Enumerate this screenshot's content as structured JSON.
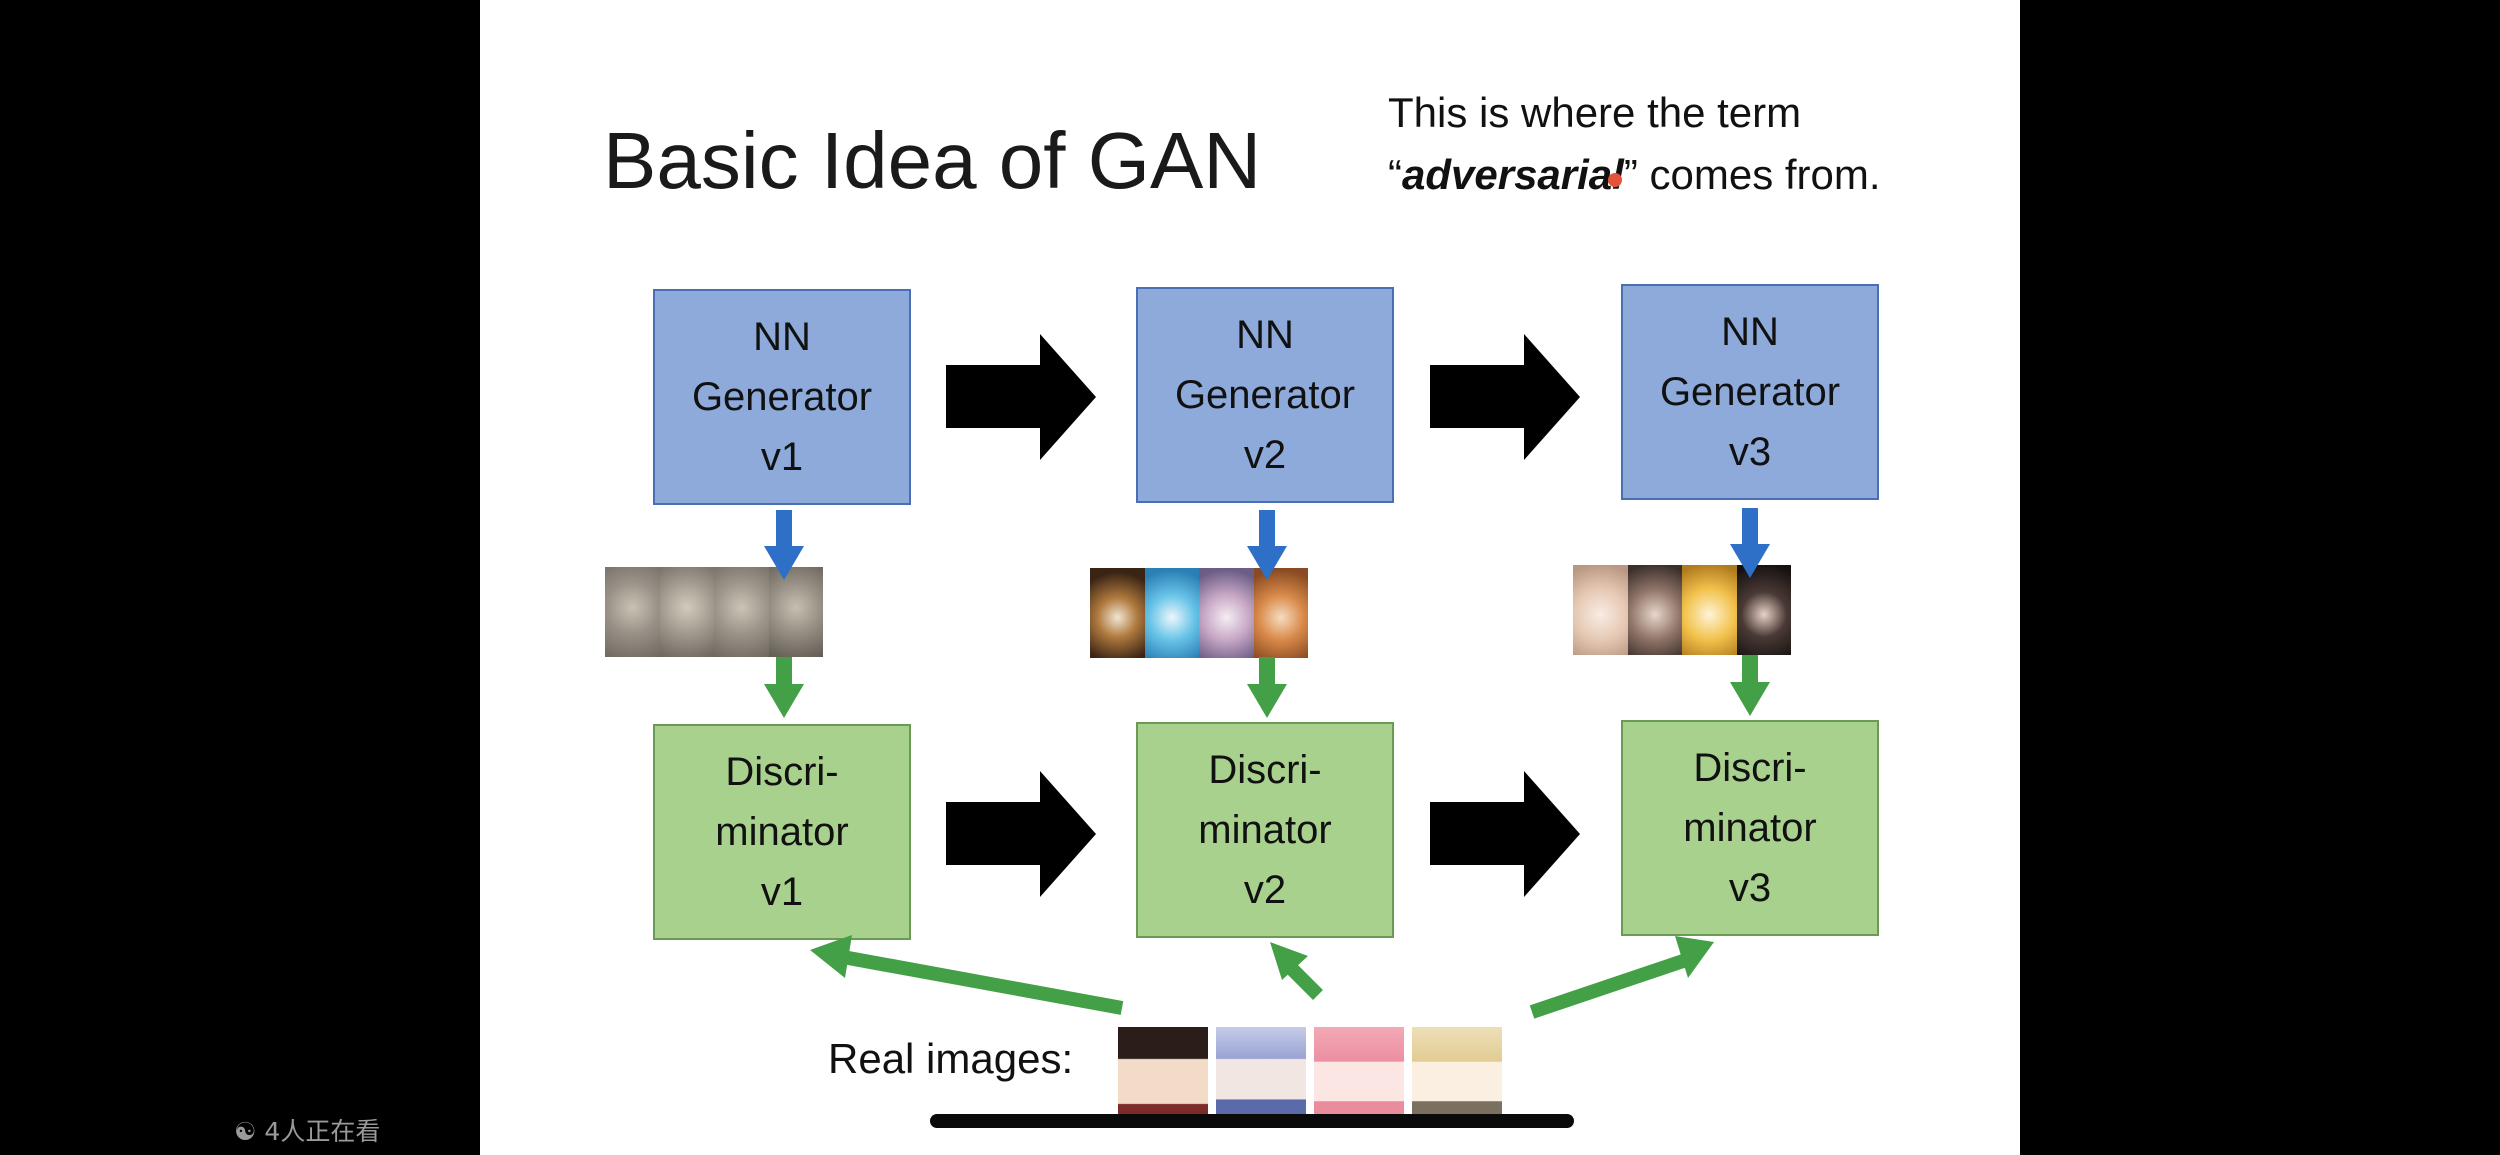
{
  "slide": {
    "title": "Basic Idea of GAN",
    "note": {
      "line1": "This is where the term",
      "open_quote": "“",
      "emphasis": "adversarial",
      "close_rest": "” comes from."
    },
    "generators": [
      {
        "line1": "NN",
        "line2": "Generator",
        "line3": "v1"
      },
      {
        "line1": "NN",
        "line2": "Generator",
        "line3": "v2"
      },
      {
        "line1": "NN",
        "line2": "Generator",
        "line3": "v3"
      }
    ],
    "discriminators": [
      {
        "line1": "Discri-",
        "line2": "minator",
        "line3": "v1"
      },
      {
        "line1": "Discri-",
        "line2": "minator",
        "line3": "v2"
      },
      {
        "line1": "Discri-",
        "line2": "minator",
        "line3": "v3"
      }
    ],
    "real_images_label": "Real images:",
    "colors": {
      "generator_fill": "#8eaadb",
      "discriminator_fill": "#a9d18e",
      "blue_arrow": "#2e6fc7",
      "green_arrow": "#43a047",
      "big_arrow": "#000000"
    }
  },
  "overlay": {
    "viewers": "4人正在看",
    "viewers_icon": "viewers-icon"
  }
}
